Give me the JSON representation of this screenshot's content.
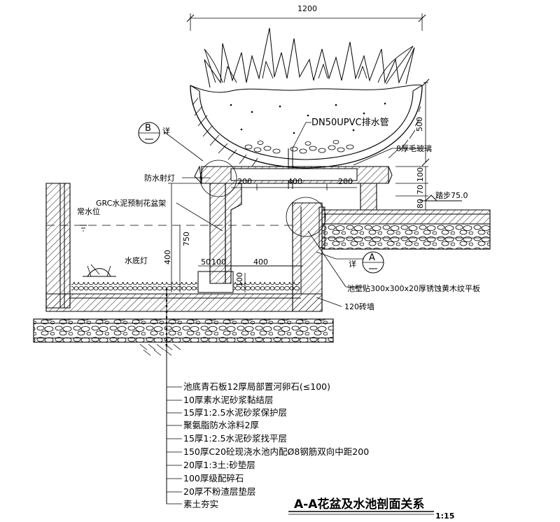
{
  "title": "A-A花盆及水池剖面关系",
  "scale": "1:15",
  "dimensions": {
    "bowl_width": "1200",
    "bowl_height": "500",
    "pedestal_left": "200",
    "pedestal_mid": "400",
    "pedestal_right": "200",
    "pedestal_total": "750",
    "wall_400": "400",
    "w50": "50",
    "w100": "100",
    "inner_400": "400",
    "h100": "100",
    "r80": "80",
    "r70": "70",
    "r100": "100"
  },
  "labels": {
    "pipe": "DN50UPVC排水管",
    "glass": "8厚毛玻璃",
    "detail_b_letter": "B",
    "detail_b_text": "详",
    "waterproof_light": "防水射灯",
    "grc": "GRC水泥预制花盆架",
    "water_level": "常水位",
    "underwater_light": "水底灯",
    "paving": "踏步75.0",
    "detail_a_letter": "A",
    "detail_a_text": "详",
    "wall_tile": "池壁贴300x300x20厚锈蚀黄木纹平板",
    "brick_wall": "120砖墙"
  },
  "layers": [
    "池底青石板12厚局部置河卵石(≤100)",
    "10厚素水泥砂浆黏结层",
    "15厚1:2.5水泥砂浆保护层",
    "聚氨脂防水涂料2厚",
    "15厚1:2.5水泥砂浆找平层",
    "150厚C20砼现浇水池内配Ø8钢筋双向中距200",
    "20厚1:3土:砂垫层",
    "100厚级配碎石",
    "20厚不粉渣层垫层",
    "素土夯实"
  ],
  "colors": {
    "line": "#000000",
    "background": "#ffffff"
  }
}
